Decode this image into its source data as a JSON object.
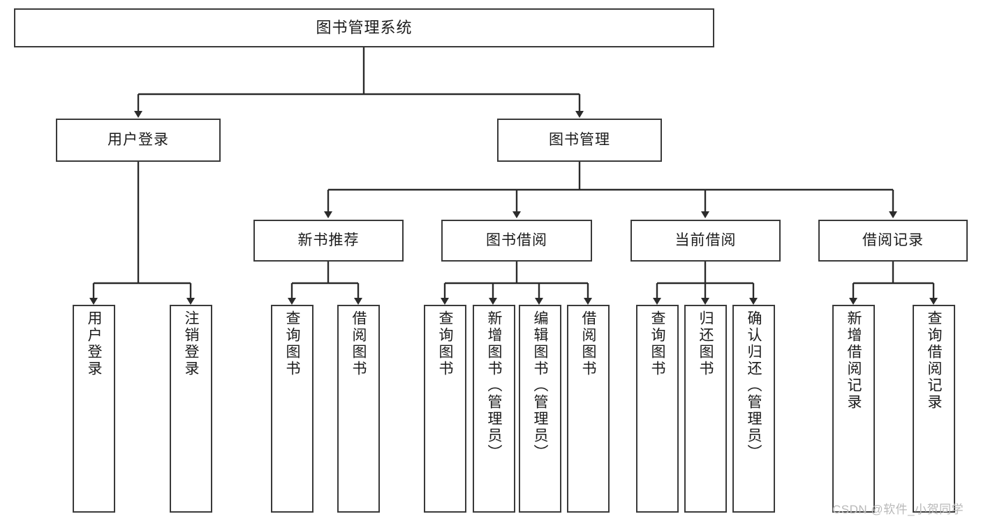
{
  "diagram": {
    "title": "图书管理系统",
    "type": "tree-hierarchy",
    "watermark": "CSDN @软件_小贺同学",
    "colors": {
      "box_border": "#3a3a3a",
      "box_fill": "#ffffff",
      "edge": "#2b2b2b",
      "text": "#1b1b1b",
      "watermark": "#b9b9b9",
      "background": "#ffffff"
    },
    "nodes": {
      "root": {
        "id": "n0",
        "label": "图书管理系统"
      },
      "level2": [
        {
          "id": "n1",
          "label": "用户登录"
        },
        {
          "id": "n2",
          "label": "图书管理"
        }
      ],
      "level3": [
        {
          "id": "n3",
          "label": "新书推荐"
        },
        {
          "id": "n4",
          "label": "图书借阅"
        },
        {
          "id": "n5",
          "label": "当前借阅"
        },
        {
          "id": "n6",
          "label": "借阅记录"
        }
      ],
      "leaves": [
        {
          "id": "l1",
          "parent": "n1",
          "label": "用户登录"
        },
        {
          "id": "l2",
          "parent": "n1",
          "label": "注销登录"
        },
        {
          "id": "l3",
          "parent": "n3",
          "label": "查询图书"
        },
        {
          "id": "l4",
          "parent": "n3",
          "label": "借阅图书"
        },
        {
          "id": "l5",
          "parent": "n4",
          "label": "查询图书"
        },
        {
          "id": "l6",
          "parent": "n4",
          "label": "新增图书（管理员）"
        },
        {
          "id": "l7",
          "parent": "n4",
          "label": "编辑图书（管理员）"
        },
        {
          "id": "l8",
          "parent": "n4",
          "label": "借阅图书"
        },
        {
          "id": "l9",
          "parent": "n5",
          "label": "查询图书"
        },
        {
          "id": "l10",
          "parent": "n5",
          "label": "归还图书"
        },
        {
          "id": "l11",
          "parent": "n5",
          "label": "确认归还（管理员）"
        },
        {
          "id": "l12",
          "parent": "n6",
          "label": "新增借阅记录"
        },
        {
          "id": "l13",
          "parent": "n6",
          "label": "查询借阅记录"
        }
      ]
    }
  }
}
